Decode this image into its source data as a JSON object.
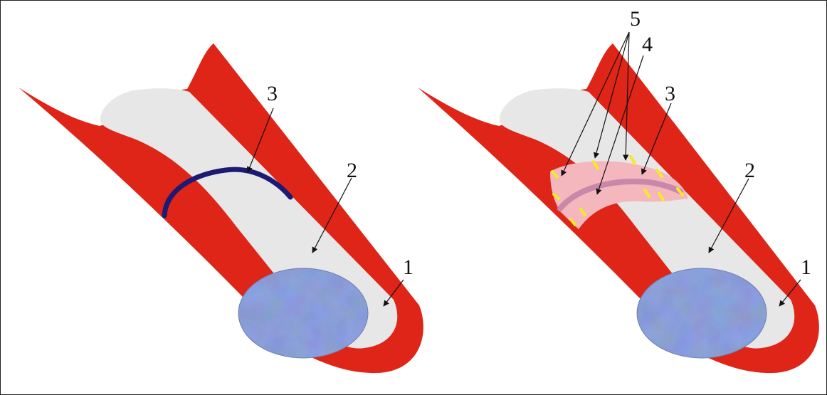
{
  "figure": {
    "colors": {
      "vessel_wall": "#df2418",
      "lumen_surface": "#e7e7e7",
      "dark_ring": "#1c1a73",
      "pink_band": "#f4b7bd",
      "pink_band_center": "#c988a9",
      "dash_mark": "#f5ea27",
      "blood_texture_base": "#4f65aa",
      "frame_border": "#222222",
      "text": "#111111"
    },
    "left_panel": {
      "labels": {
        "wall": "1",
        "lumen": "2",
        "ring": "3"
      }
    },
    "right_panel": {
      "labels": {
        "wall": "1",
        "lumen": "2",
        "ring": "3",
        "band": "4",
        "marks": "5"
      }
    }
  }
}
